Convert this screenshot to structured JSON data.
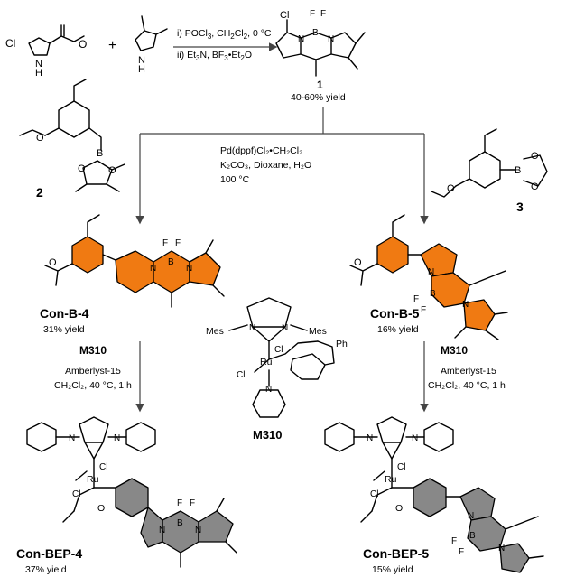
{
  "reagents": {
    "step1_line1": "i) POCl",
    "step1_line1_sub": "3",
    "step1_line1_tail": ", CH",
    "step1_line1_sub2": "2",
    "step1_line1_tail2": "Cl",
    "step1_line1_sub3": "2",
    "step1_line1_tail3": ", 0 °C",
    "step1_line2": "ii) Et",
    "step1_line2_sub": "3",
    "step1_line2_tail": "N, BF",
    "step1_line2_sub2": "3",
    "step1_line2_tail2": "•Et",
    "step1_line2_sub3": "2",
    "step1_line2_tail3": "O",
    "coupling_line1": "Pd(dppf)Cl₂•CH₂Cl₂",
    "coupling_line2": "K₂CO₃, Dioxane, H₂O",
    "coupling_line3": "100 °C",
    "metathesis_cat": "M310",
    "metathesis_line2": "Amberlyst-15",
    "metathesis_line3": "CH₂Cl₂, 40 °C, 1 h"
  },
  "compounds": {
    "c1_label": "1",
    "c1_yield": "40-60% yield",
    "c2_label": "2",
    "c3_label": "3",
    "conb4_label": "Con-B-4",
    "conb4_yield": "31% yield",
    "conb5_label": "Con-B-5",
    "conb5_yield": "16% yield",
    "m310_label": "M310",
    "conbep4_label": "Con-BEP-4",
    "conbep4_yield": "37% yield",
    "conbep5_label": "Con-BEP-5",
    "conbep5_yield": "15% yield"
  },
  "atoms": {
    "cl": "Cl",
    "f": "F",
    "b": "B",
    "n": "N",
    "nh": "H",
    "o": "O",
    "ru": "Ru",
    "mes": "Mes",
    "ph": "Ph"
  },
  "symbols": {
    "plus": "+"
  }
}
